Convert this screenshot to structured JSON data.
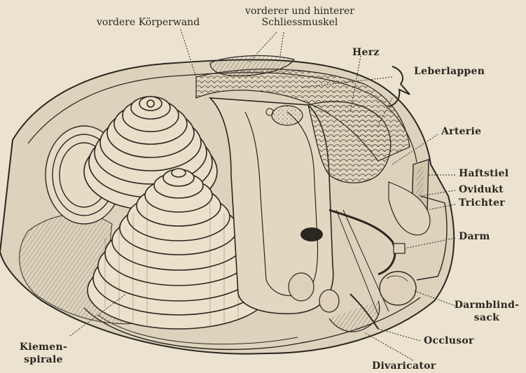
{
  "labels": {
    "vordere_koerperwand": "vordere Körperwand",
    "schliessmuskel_line1": "vorderer und hinterer",
    "schliessmuskel_line2": "Schliessmuskel",
    "herz": "Herz",
    "leberlappen": "Leberlappen",
    "arterie": "Arterie",
    "haftstiel": "Haftstiel",
    "ovidukt": "Ovidukt",
    "trichter": "Trichter",
    "darm": "Darm",
    "darmblindsack_line1": "Darmblind-",
    "darmblindsack_line2": "sack",
    "occlusor": "Occlusor",
    "divaricator": "Divaricator",
    "kiemenspirale_line1": "Kiemen-",
    "kiemenspirale_line2": "spirale"
  }
}
